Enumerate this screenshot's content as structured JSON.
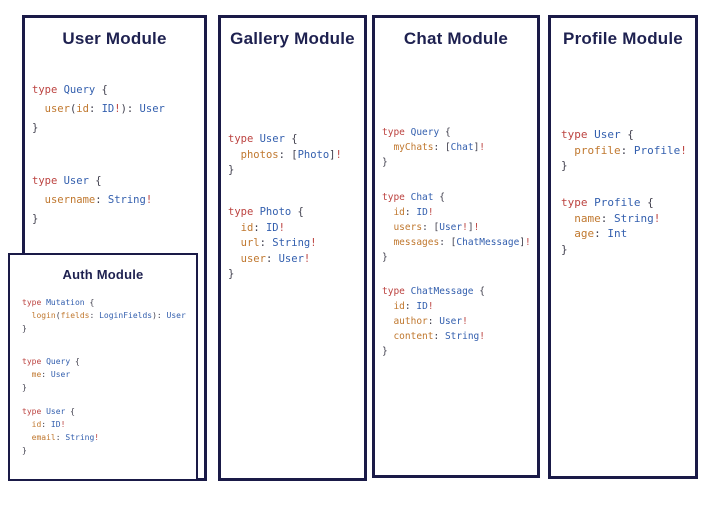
{
  "colors": {
    "border": "#1a1a47",
    "title": "#1e2150",
    "keyword": "#bc4340",
    "type": "#335fae",
    "field": "#c0782f",
    "punct": "#403f4d",
    "bang": "#bc4340",
    "background": "#ffffff"
  },
  "panels": [
    {
      "title": "User Module",
      "blocks": [
        [
          [
            [
              "k",
              "type "
            ],
            [
              "t",
              "Query"
            ],
            [
              "p",
              " {"
            ]
          ],
          [
            [
              "p",
              "  "
            ],
            [
              "f",
              "user"
            ],
            [
              "p",
              "("
            ],
            [
              "f",
              "id"
            ],
            [
              "p",
              ": "
            ],
            [
              "t",
              "ID"
            ],
            [
              "b",
              "!"
            ],
            [
              "p",
              "): "
            ],
            [
              "t",
              "User"
            ]
          ],
          [
            [
              "p",
              "}"
            ]
          ]
        ],
        [
          [
            [
              "k",
              "type "
            ],
            [
              "t",
              "User"
            ],
            [
              "p",
              " {"
            ]
          ],
          [
            [
              "p",
              "  "
            ],
            [
              "f",
              "username"
            ],
            [
              "p",
              ": "
            ],
            [
              "t",
              "String"
            ],
            [
              "b",
              "!"
            ]
          ],
          [
            [
              "p",
              "}"
            ]
          ]
        ]
      ],
      "nested": {
        "title": "Auth Module",
        "blocks": [
          [
            [
              [
                "k",
                "type "
              ],
              [
                "t",
                "Mutation"
              ],
              [
                "p",
                " {"
              ]
            ],
            [
              [
                "p",
                "  "
              ],
              [
                "f",
                "login"
              ],
              [
                "p",
                "("
              ],
              [
                "f",
                "fields"
              ],
              [
                "p",
                ": "
              ],
              [
                "t",
                "LoginFields"
              ],
              [
                "p",
                "): "
              ],
              [
                "t",
                "User"
              ]
            ],
            [
              [
                "p",
                "}"
              ]
            ]
          ],
          [
            [
              [
                "k",
                "type "
              ],
              [
                "t",
                "Query"
              ],
              [
                "p",
                " {"
              ]
            ],
            [
              [
                "p",
                "  "
              ],
              [
                "f",
                "me"
              ],
              [
                "p",
                ": "
              ],
              [
                "t",
                "User"
              ]
            ],
            [
              [
                "p",
                "}"
              ]
            ]
          ],
          [
            [
              [
                "k",
                "type "
              ],
              [
                "t",
                "User"
              ],
              [
                "p",
                " {"
              ]
            ],
            [
              [
                "p",
                "  "
              ],
              [
                "f",
                "id"
              ],
              [
                "p",
                ": "
              ],
              [
                "t",
                "ID"
              ],
              [
                "b",
                "!"
              ]
            ],
            [
              [
                "p",
                "  "
              ],
              [
                "f",
                "email"
              ],
              [
                "p",
                ": "
              ],
              [
                "t",
                "String"
              ],
              [
                "b",
                "!"
              ]
            ],
            [
              [
                "p",
                "}"
              ]
            ]
          ]
        ]
      }
    },
    {
      "title": "Gallery Module",
      "blocks": [
        [
          [
            [
              "k",
              "type "
            ],
            [
              "t",
              "User"
            ],
            [
              "p",
              " {"
            ]
          ],
          [
            [
              "p",
              "  "
            ],
            [
              "f",
              "photos"
            ],
            [
              "p",
              ": ["
            ],
            [
              "t",
              "Photo"
            ],
            [
              "p",
              "]"
            ],
            [
              "b",
              "!"
            ]
          ],
          [
            [
              "p",
              "}"
            ]
          ]
        ],
        [
          [
            [
              "k",
              "type "
            ],
            [
              "t",
              "Photo"
            ],
            [
              "p",
              " {"
            ]
          ],
          [
            [
              "p",
              "  "
            ],
            [
              "f",
              "id"
            ],
            [
              "p",
              ": "
            ],
            [
              "t",
              "ID"
            ],
            [
              "b",
              "!"
            ]
          ],
          [
            [
              "p",
              "  "
            ],
            [
              "f",
              "url"
            ],
            [
              "p",
              ": "
            ],
            [
              "t",
              "String"
            ],
            [
              "b",
              "!"
            ]
          ],
          [
            [
              "p",
              "  "
            ],
            [
              "f",
              "user"
            ],
            [
              "p",
              ": "
            ],
            [
              "t",
              "User"
            ],
            [
              "b",
              "!"
            ]
          ],
          [
            [
              "p",
              "}"
            ]
          ]
        ]
      ]
    },
    {
      "title": "Chat Module",
      "blocks": [
        [
          [
            [
              "k",
              "type "
            ],
            [
              "t",
              "Query"
            ],
            [
              "p",
              " {"
            ]
          ],
          [
            [
              "p",
              "  "
            ],
            [
              "f",
              "myChats"
            ],
            [
              "p",
              ": ["
            ],
            [
              "t",
              "Chat"
            ],
            [
              "p",
              "]"
            ],
            [
              "b",
              "!"
            ]
          ],
          [
            [
              "p",
              "}"
            ]
          ]
        ],
        [
          [
            [
              "k",
              "type "
            ],
            [
              "t",
              "Chat"
            ],
            [
              "p",
              " {"
            ]
          ],
          [
            [
              "p",
              "  "
            ],
            [
              "f",
              "id"
            ],
            [
              "p",
              ": "
            ],
            [
              "t",
              "ID"
            ],
            [
              "b",
              "!"
            ]
          ],
          [
            [
              "p",
              "  "
            ],
            [
              "f",
              "users"
            ],
            [
              "p",
              ": ["
            ],
            [
              "t",
              "User"
            ],
            [
              "b",
              "!"
            ],
            [
              "p",
              "]"
            ],
            [
              "b",
              "!"
            ]
          ],
          [
            [
              "p",
              "  "
            ],
            [
              "f",
              "messages"
            ],
            [
              "p",
              ": ["
            ],
            [
              "t",
              "ChatMessage"
            ],
            [
              "p",
              "]"
            ],
            [
              "b",
              "!"
            ]
          ],
          [
            [
              "p",
              "}"
            ]
          ]
        ],
        [
          [
            [
              "k",
              "type "
            ],
            [
              "t",
              "ChatMessage"
            ],
            [
              "p",
              " {"
            ]
          ],
          [
            [
              "p",
              "  "
            ],
            [
              "f",
              "id"
            ],
            [
              "p",
              ": "
            ],
            [
              "t",
              "ID"
            ],
            [
              "b",
              "!"
            ]
          ],
          [
            [
              "p",
              "  "
            ],
            [
              "f",
              "author"
            ],
            [
              "p",
              ": "
            ],
            [
              "t",
              "User"
            ],
            [
              "b",
              "!"
            ]
          ],
          [
            [
              "p",
              "  "
            ],
            [
              "f",
              "content"
            ],
            [
              "p",
              ": "
            ],
            [
              "t",
              "String"
            ],
            [
              "b",
              "!"
            ]
          ],
          [
            [
              "p",
              "}"
            ]
          ]
        ]
      ]
    },
    {
      "title": "Profile Module",
      "blocks": [
        [
          [
            [
              "k",
              "type "
            ],
            [
              "t",
              "User"
            ],
            [
              "p",
              " {"
            ]
          ],
          [
            [
              "p",
              "  "
            ],
            [
              "f",
              "profile"
            ],
            [
              "p",
              ": "
            ],
            [
              "t",
              "Profile"
            ],
            [
              "b",
              "!"
            ]
          ],
          [
            [
              "p",
              "}"
            ]
          ]
        ],
        [
          [
            [
              "k",
              "type "
            ],
            [
              "t",
              "Profile"
            ],
            [
              "p",
              " {"
            ]
          ],
          [
            [
              "p",
              "  "
            ],
            [
              "f",
              "name"
            ],
            [
              "p",
              ": "
            ],
            [
              "t",
              "String"
            ],
            [
              "b",
              "!"
            ]
          ],
          [
            [
              "p",
              "  "
            ],
            [
              "f",
              "age"
            ],
            [
              "p",
              ": "
            ],
            [
              "t",
              "Int"
            ]
          ],
          [
            [
              "p",
              "}"
            ]
          ]
        ]
      ]
    }
  ]
}
